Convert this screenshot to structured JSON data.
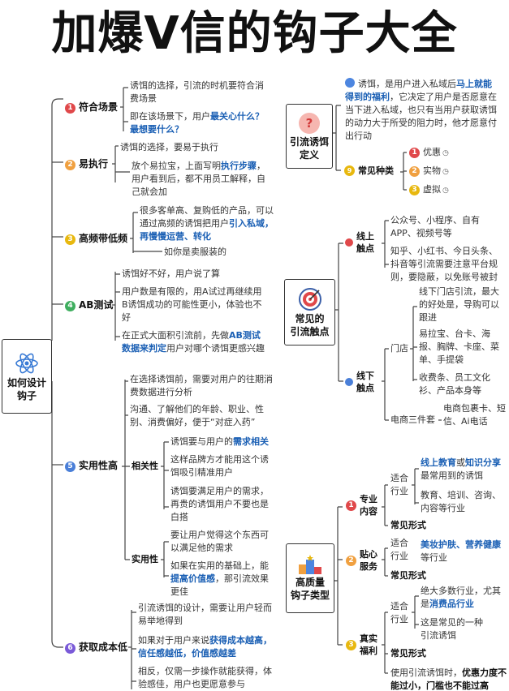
{
  "title": "加爆V信的钩子大全",
  "root": {
    "label_line1": "如何设计",
    "label_line2": "钩子"
  },
  "left": {
    "n1": {
      "num": "1",
      "label": "符合场景",
      "t1": "诱饵的选择，引流的时机要符合消费场景",
      "t2_pre": "即在该场景下，用户",
      "t2_hl": "最关心什么？最想要什么？"
    },
    "n2": {
      "num": "2",
      "label": "易执行",
      "t1": "诱饵的选择，要易于执行",
      "t2_pre": "放个易拉宝，上面写明",
      "t2_hl": "执行步骤",
      "t2_post": "，用户看到后，都不用员工解释，自己就会加"
    },
    "n3": {
      "num": "3",
      "label": "高频带低频",
      "t1_pre": "很多客单高、复购低的产品，可以通过高频的诱饵把用户",
      "t1_hl": "引入私域，再慢慢运营、转化",
      "t2": "如你是卖服装的"
    },
    "n4": {
      "num": "4",
      "label": "AB测试",
      "t1": "诱饵好不好，用户说了算",
      "t2": "用户数是有限的，用A试过再继续用B诱饵成功的可能性更小，体验也不好",
      "t3_pre": "在正式大面积引流前，先做",
      "t3_hl": "AB测试数据来判定",
      "t3_post": "用户对哪个诱饵更感兴趣"
    },
    "n5": {
      "num": "5",
      "label": "实用性高",
      "t1": "在选择诱饵前，需要对用户的往期消费数据进行分析",
      "t2": "沟通、了解他们的年龄、职业、性别、消费偏好，便于“对症入药”",
      "sub1": {
        "label": "相关性",
        "t1_pre": "诱饵要与用户的",
        "t1_hl": "需求相关",
        "t2": "这样品牌方才能用这个诱饵吸引精准用户",
        "t3": "诱饵要满足用户的需求，再贵的诱饵用户不要也是白搭"
      },
      "sub2": {
        "label": "实用性",
        "t1": "要让用户觉得这个东西可以满足他的需求",
        "t2_pre": "如果在实用的基础上，能",
        "t2_hl": "提高价值感",
        "t2_post": "，那引流效果更佳"
      }
    },
    "n6": {
      "num": "6",
      "label": "获取成本低",
      "t1": "引流诱饵的设计，需要让用户轻而易举地得到",
      "t2_pre": "如果对于用户来说",
      "t2_hl": "获得成本越高，信任感越低，价值感越差",
      "t3": "相反，仅需一步操作就能获得，体验感佳，用户也更愿意参与"
    }
  },
  "right": {
    "def": {
      "label_line1": "引流诱饵",
      "label_line2": "定义",
      "text_pre": "诱饵，是用户进入私域后",
      "text_hl": "马上就能得到的福利",
      "text_post": "，它决定了用户是否愿意在当下进入私域，也只有当用户获取诱饵的动力大于所受的阻力时，他才愿意付出行动",
      "types_label": "常见种类",
      "types": [
        {
          "num": "1",
          "label": "优惠"
        },
        {
          "num": "2",
          "label": "实物"
        },
        {
          "num": "3",
          "label": "虚拟"
        }
      ]
    },
    "touch": {
      "label_line1": "常见的",
      "label_line2": "引流触点",
      "online": {
        "label_line1": "线上",
        "label_line2": "触点",
        "t1": "公众号、小程序、自有APP、视频号等",
        "t2": "知乎、小红书、今日头条、抖音等引流需要注意平台规则，要隐蔽，以免账号被封"
      },
      "offline": {
        "label_line1": "线下",
        "label_line2": "触点",
        "store": "门店",
        "s1": "线下门店引流，最大的好处是，导购可以跟进",
        "s2": "易拉宝、台卡、海报、胸牌、卡座、菜单、手提袋",
        "s3": "收费条、员工文化衫、产品本身等",
        "ec": "电商三件套",
        "ec_text": "电商包裹卡、短信、Ai电话"
      }
    },
    "hook": {
      "label_line1": "高质量",
      "label_line2": "钩子类型",
      "h1": {
        "num": "1",
        "label_line1": "专业",
        "label_line2": "内容",
        "fit_line1": "适合",
        "fit_line2": "行业",
        "f1_hl": "线上教育",
        "f1_mid": "或",
        "f1_hl2": "知识分享",
        "f1_post": "最常用到的诱饵",
        "f2": "教育、培训、咨询、内容等行业",
        "form": "常见形式"
      },
      "h2": {
        "num": "2",
        "label_line1": "贴心",
        "label_line2": "服务",
        "fit_line1": "适合",
        "fit_line2": "行业",
        "f1_hl": "美妆护肤、营养健康",
        "f1_post": "等行业",
        "form": "常见形式"
      },
      "h3": {
        "num": "3",
        "label_line1": "真实",
        "label_line2": "福利",
        "fit_line1": "适合",
        "fit_line2": "行业",
        "f1_pre": "绝大多数行业，尤其是",
        "f1_hl": "消费品行业",
        "f2": "这是常见的一种引流诱饵",
        "form": "常见形式",
        "f3_pre": "使用引流诱饵时，",
        "f3_hl": "优惠力度不能过小，门槛也不能过高"
      }
    }
  },
  "colors": {
    "highlight": "#1a5fb4",
    "line": "#333333"
  }
}
